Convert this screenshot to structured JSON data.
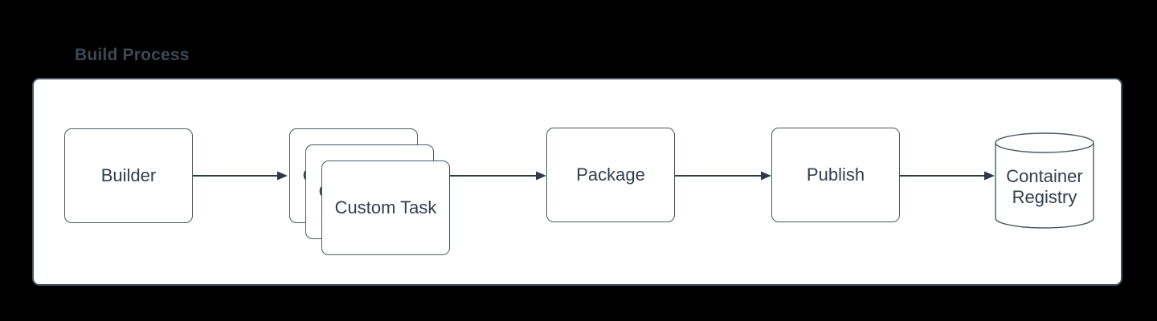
{
  "theme": {
    "page_background": "#000000",
    "canvas_fill": "#ffffff",
    "canvas_border": "#4a5562",
    "shape_border": "#4d5866",
    "connector_color": "#2f3b4b",
    "text_color": "#323e4d",
    "title_color": "#3e4855"
  },
  "diagram": {
    "title": "Build Process",
    "nodes": [
      {
        "id": "builder",
        "label": "Builder",
        "shape": "rounded-rectangle"
      },
      {
        "id": "custom-task",
        "label": "Custom Task",
        "shape": "stacked-rectangles",
        "stack_count": 3
      },
      {
        "id": "package",
        "label": "Package",
        "shape": "rounded-rectangle"
      },
      {
        "id": "publish",
        "label": "Publish",
        "shape": "rounded-rectangle"
      },
      {
        "id": "container-registry",
        "label": "Container Registry",
        "label_lines": [
          "Container",
          "Registry"
        ],
        "shape": "cylinder"
      }
    ],
    "edges": [
      {
        "from": "builder",
        "to": "custom-task"
      },
      {
        "from": "custom-task",
        "to": "package"
      },
      {
        "from": "package",
        "to": "publish"
      },
      {
        "from": "publish",
        "to": "container-registry"
      }
    ]
  }
}
